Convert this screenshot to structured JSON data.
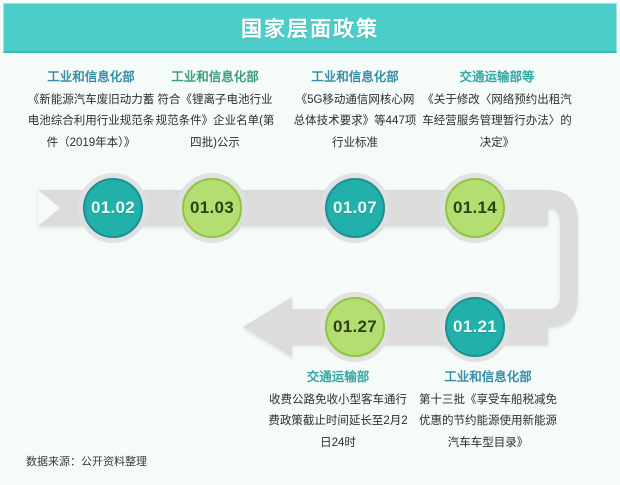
{
  "header": {
    "title": "国家层面政策"
  },
  "colors": {
    "header_bg": "#4ccdc9",
    "page_bg": "#f4fbf8",
    "ribbon": "#dcdcdc",
    "circle_teal": "#22b0ab",
    "circle_green": "#b4dd72",
    "heading_blue": "#3a8fa8",
    "heading_green": "#3e9e7e",
    "heading_teal": "#35a8a5"
  },
  "timeline": {
    "nodes": [
      {
        "date": "01.02",
        "style": "teal",
        "row": "top"
      },
      {
        "date": "01.03",
        "style": "green",
        "row": "top"
      },
      {
        "date": "01.07",
        "style": "teal",
        "row": "top"
      },
      {
        "date": "01.14",
        "style": "green",
        "row": "top"
      },
      {
        "date": "01.21",
        "style": "teal",
        "row": "bottom"
      },
      {
        "date": "01.27",
        "style": "green",
        "row": "bottom"
      }
    ]
  },
  "entries": {
    "top": [
      {
        "agency": "工业和信息化部",
        "agency_color": "#3a8fa8",
        "description": "《新能源汽车废旧动力蓄电池综合利用行业规范条件（2019年本）》"
      },
      {
        "agency": "工业和信息化部",
        "agency_color": "#3e9e7e",
        "description": "符合《锂离子电池行业规范条件》企业名单(第四批)公示"
      },
      {
        "agency": "工业和信息化部",
        "agency_color": "#3a8fa8",
        "description": "《5G移动通信网核心网总体技术要求》等447项行业标准"
      },
      {
        "agency": "交通运输部等",
        "agency_color": "#35a8a5",
        "description": "《关于修改〈网络预约出租汽车经营服务管理暂行办法〉的决定》"
      }
    ],
    "bottom": [
      {
        "agency": "交通运输部",
        "agency_color": "#35a8a5",
        "description": "收费公路免收小型客车通行费政策截止时间延长至2月2日24时"
      },
      {
        "agency": "工业和信息化部",
        "agency_color": "#3a8fa8",
        "description": "第十三批《享受车船税减免优惠的节约能源使用新能源汽车车型目录》"
      }
    ]
  },
  "footer": {
    "source": "数据来源：公开资料整理"
  }
}
